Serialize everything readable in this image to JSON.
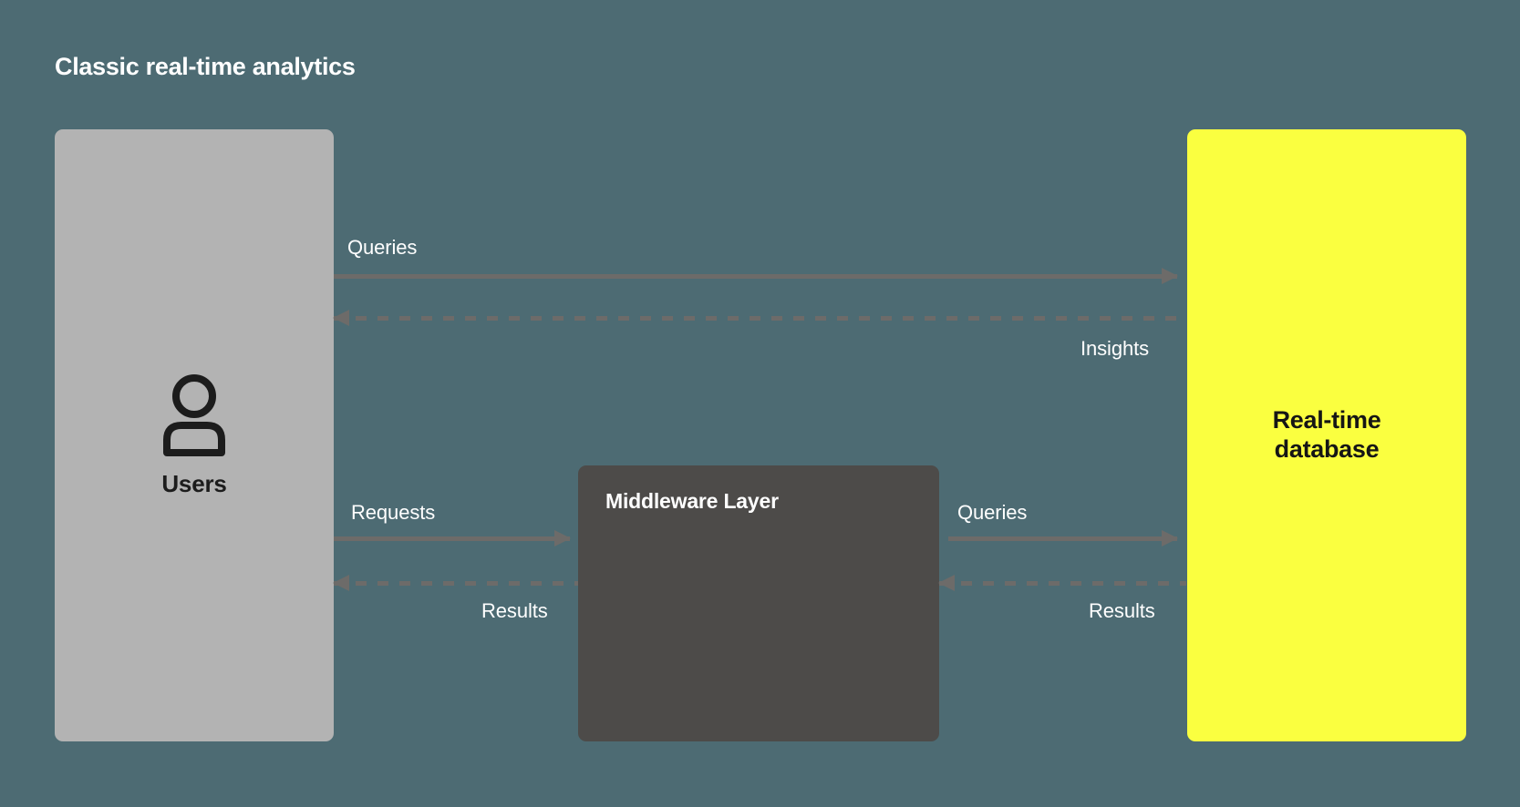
{
  "title": "Classic real-time analytics",
  "theme": {
    "background": "#4d6b73",
    "users_box": "#b3b3b3",
    "middleware_box": "#4d4b49",
    "database_box": "#faff40",
    "edge_color": "#6d6b69",
    "label_color": "#ffffff"
  },
  "nodes": {
    "users": {
      "label": "Users",
      "icon": "user-icon"
    },
    "middleware": {
      "label": "Middleware Layer"
    },
    "database": {
      "label_line1": "Real-time",
      "label_line2": "database"
    }
  },
  "edges": [
    {
      "id": "queries-top",
      "label": "Queries",
      "from": "users",
      "to": "database",
      "direction": "right",
      "style": "solid"
    },
    {
      "id": "insights",
      "label": "Insights",
      "from": "database",
      "to": "users",
      "direction": "left",
      "style": "dashed"
    },
    {
      "id": "requests",
      "label": "Requests",
      "from": "users",
      "to": "middleware",
      "direction": "right",
      "style": "solid"
    },
    {
      "id": "results-left",
      "label": "Results",
      "from": "middleware",
      "to": "users",
      "direction": "left",
      "style": "dashed"
    },
    {
      "id": "queries-mid",
      "label": "Queries",
      "from": "middleware",
      "to": "database",
      "direction": "right",
      "style": "solid"
    },
    {
      "id": "results-right",
      "label": "Results",
      "from": "database",
      "to": "middleware",
      "direction": "left",
      "style": "dashed"
    }
  ]
}
